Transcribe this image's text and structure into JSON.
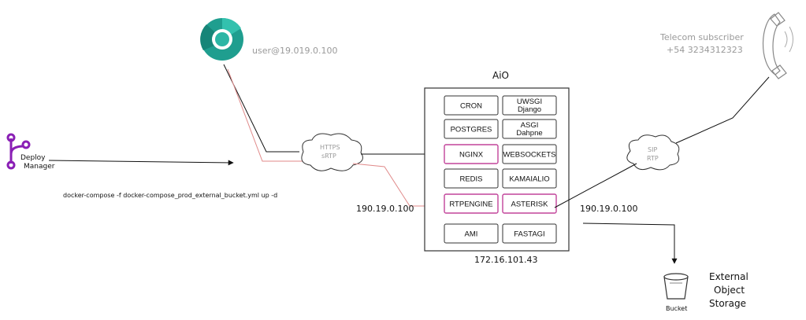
{
  "browser": {
    "label": "user@19.019.0.100"
  },
  "subscriber": {
    "title": "Telecom subscriber",
    "number": "+54 3234312323"
  },
  "deploy": {
    "label_line1": "Deploy",
    "label_line2": "Manager",
    "command": "docker-compose -f docker-compose_prod_external_bucket.yml up -d"
  },
  "clouds": {
    "https": {
      "line1": "HTTPS",
      "line2": "sRTP"
    },
    "sip": {
      "line1": "SIP",
      "line2": "RTP"
    }
  },
  "aio": {
    "title": "AiO",
    "ip": "172.16.101.43",
    "services": [
      {
        "line1": "CRON",
        "line2": "",
        "highlight": false
      },
      {
        "line1": "UWSGI",
        "line2": "Django",
        "highlight": false
      },
      {
        "line1": "POSTGRES",
        "line2": "",
        "highlight": false
      },
      {
        "line1": "ASGI",
        "line2": "Dahpne",
        "highlight": false
      },
      {
        "line1": "NGINX",
        "line2": "",
        "highlight": true
      },
      {
        "line1": "WEBSOCKETS",
        "line2": "",
        "highlight": false
      },
      {
        "line1": "REDIS",
        "line2": "",
        "highlight": false
      },
      {
        "line1": "KAMAIALIO",
        "line2": "",
        "highlight": false
      },
      {
        "line1": "RTPENGINE",
        "line2": "",
        "highlight": true
      },
      {
        "line1": "ASTERISK",
        "line2": "",
        "highlight": true
      },
      {
        "line1": "AMI",
        "line2": "",
        "highlight": false
      },
      {
        "line1": "FASTAGI",
        "line2": "",
        "highlight": false
      }
    ]
  },
  "ips": {
    "left": "190.19.0.100",
    "right": "190.19.0.100"
  },
  "bucket": {
    "label": "Bucket"
  },
  "storage": {
    "line1": "External",
    "line2": "Object",
    "line3": "Storage"
  },
  "colors": {
    "highlight": "#c2439a",
    "red_line": "#e08a8a",
    "deploy_icon": "#8a1fb5",
    "chrome_outer": "#1f9e8f",
    "chrome_inner": "#2bb6a5"
  }
}
